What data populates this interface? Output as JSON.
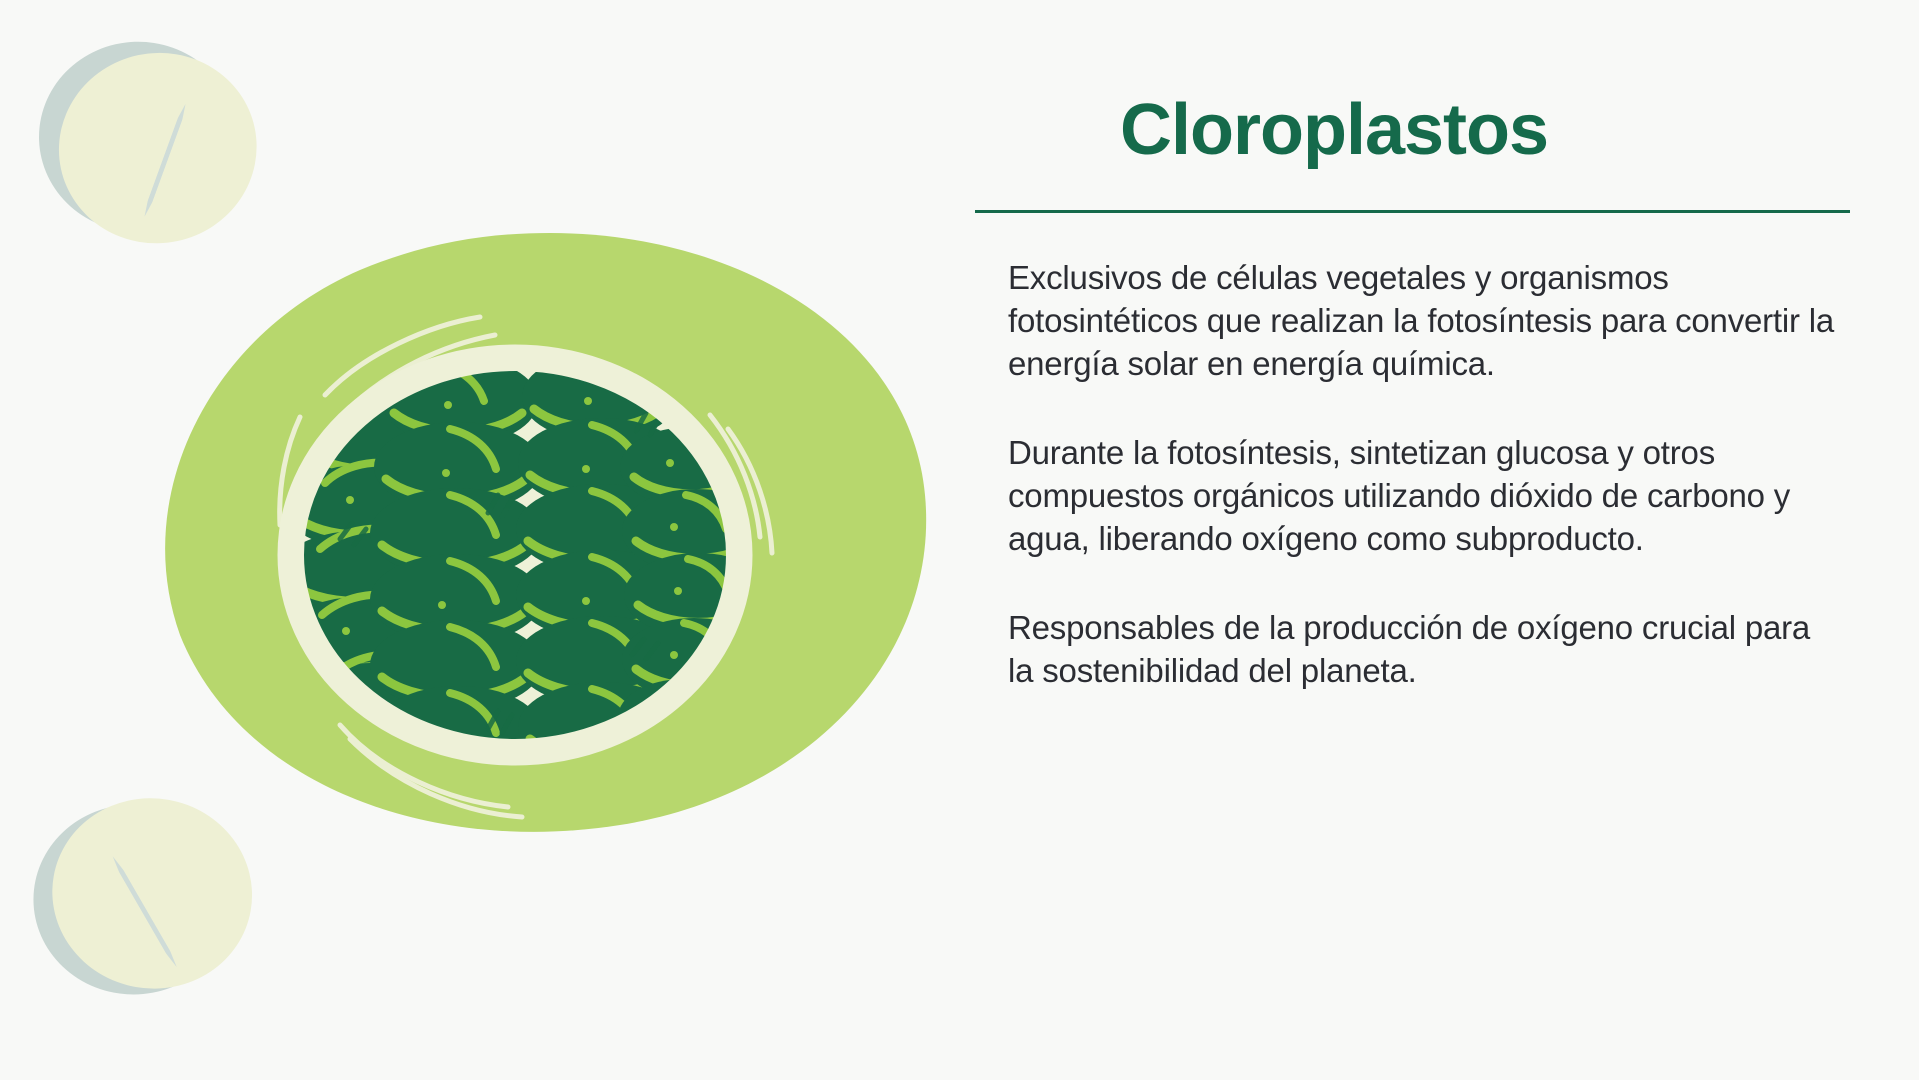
{
  "slide": {
    "background_color": "#f8f9f7",
    "accent_color": "#156a4b",
    "body_text_color": "#2b2d33",
    "blob_color": "#b7d76d",
    "membrane_color": "#eef1d8",
    "granum_dark_color": "#186b45",
    "granum_highlight_color": "#8cc63f"
  },
  "header": {
    "title": "Cloroplastos"
  },
  "body": {
    "paragraphs": [
      "Exclusivos de células vegetales y organismos fotosintéticos que realizan la fotosíntesis para convertir la energía solar en energía química.",
      "Durante la fotosíntesis, sintetizan glucosa y otros compuestos orgánicos utilizando dióxido de carbono y agua, liberando oxígeno como subproducto.",
      "Responsables de la producción de oxígeno crucial para la sostenibilidad del planeta."
    ]
  },
  "illustration": {
    "label": "chloroplast-illustration",
    "description": "Cloroplasto con membrana externa y pilas de tilacoides (grana)",
    "granum_columns": 4,
    "discs_per_column": [
      5,
      6,
      6,
      5
    ]
  },
  "decorations": [
    {
      "name": "pale-disc-top-left",
      "slash_direction": "bottom-left-to-top-right"
    },
    {
      "name": "pale-disc-bottom-left",
      "slash_direction": "top-left-to-bottom-right"
    }
  ]
}
